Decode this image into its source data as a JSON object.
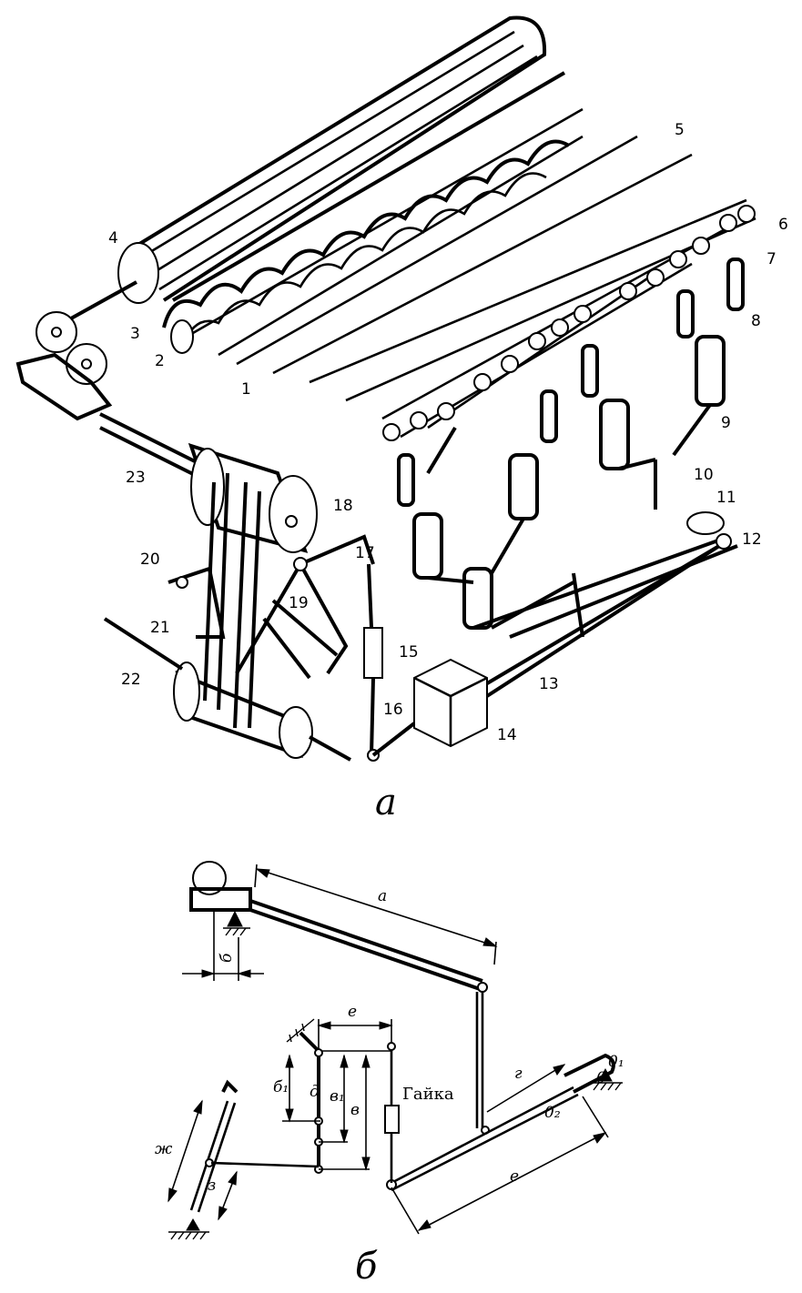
{
  "figure_a": {
    "caption": "а",
    "labels": [
      "1",
      "2",
      "3",
      "4",
      "5",
      "6",
      "7",
      "8",
      "9",
      "10",
      "11",
      "12",
      "13",
      "14",
      "15",
      "16",
      "17",
      "18",
      "19",
      "20",
      "21",
      "22",
      "23"
    ]
  },
  "figure_b": {
    "caption": "б",
    "nut_label": "Гайка",
    "dim_a": "а",
    "dim_b": "б",
    "dim_v": "в",
    "dim_g": "г",
    "dim_d": "д",
    "dim_e1": "е",
    "dim_e2": "е",
    "dim_zh": "ж",
    "dim_z": "з",
    "dim_b1": "б₁",
    "dim_v1": "в₁",
    "pivot_o1": "0₁",
    "pivot_o2": "0₂",
    "pivot_o": "0"
  }
}
